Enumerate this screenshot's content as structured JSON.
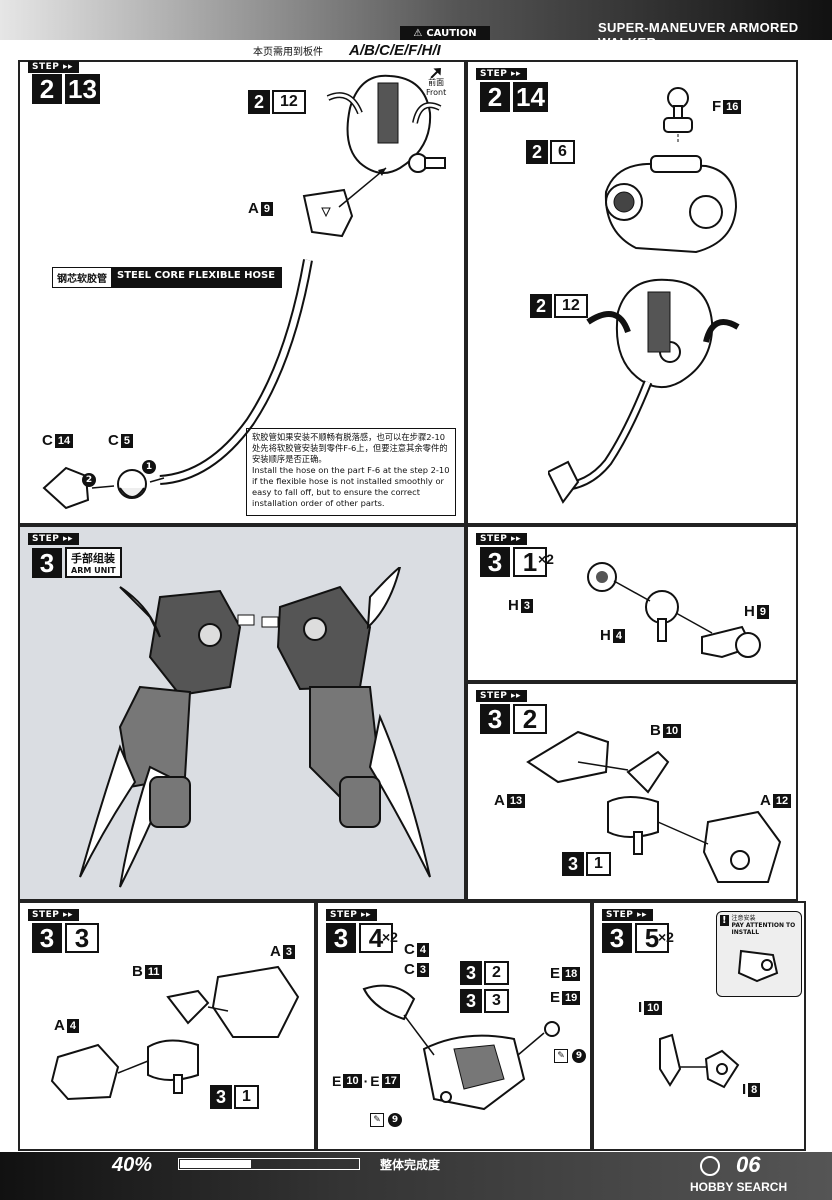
{
  "header": {
    "series_title": "SUPER-MANEUVER ARMORED WALKER",
    "caution_label": "CAUTION",
    "sprue_note": "本页需用到板件",
    "sprue_list": "A/B/C/E/F/H/I"
  },
  "step_label": "STEP",
  "steps": {
    "s2_13": {
      "a": "2",
      "b": "13",
      "front_note_cn": "前面",
      "front_note_en": "Front",
      "subassembly": {
        "a": "2",
        "b": "12"
      },
      "parts": [
        {
          "letter": "A",
          "num": "9"
        },
        {
          "letter": "C",
          "num": "14"
        },
        {
          "letter": "C",
          "num": "5"
        }
      ],
      "hose_cn": "钢芯软胶管",
      "hose_en": "STEEL CORE FLEXIBLE HOSE",
      "order_marks": [
        "1",
        "2"
      ],
      "note_cn": "软胶管如果安装不顺畅有脱落感，也可以在步骤2-10处先将软胶管安装到零件F-6上，但要注意其余零件的安装顺序是否正确。",
      "note_en": "Install the hose on the part F-6 at the step 2-10 if the flexible hose is not installed smoothly or easy to fall off, but to ensure the correct installation order of other parts."
    },
    "s2_14": {
      "a": "2",
      "b": "14",
      "parts": [
        {
          "letter": "F",
          "num": "16"
        }
      ],
      "sub_a": {
        "a": "2",
        "b": "6"
      },
      "sub_b": {
        "a": "2",
        "b": "12"
      }
    },
    "s3": {
      "a": "3",
      "title_cn": "手部组装",
      "title_en": "ARM UNIT"
    },
    "s3_1": {
      "a": "3",
      "b": "1",
      "mult": "×2",
      "parts": [
        {
          "letter": "H",
          "num": "3"
        },
        {
          "letter": "H",
          "num": "4"
        },
        {
          "letter": "H",
          "num": "9"
        }
      ]
    },
    "s3_2": {
      "a": "3",
      "b": "2",
      "parts": [
        {
          "letter": "B",
          "num": "10"
        },
        {
          "letter": "A",
          "num": "13"
        },
        {
          "letter": "A",
          "num": "12"
        }
      ],
      "sub": {
        "a": "3",
        "b": "1"
      }
    },
    "s3_3": {
      "a": "3",
      "b": "3",
      "parts": [
        {
          "letter": "A",
          "num": "3"
        },
        {
          "letter": "B",
          "num": "11"
        },
        {
          "letter": "A",
          "num": "4"
        }
      ],
      "sub": {
        "a": "3",
        "b": "1"
      }
    },
    "s3_4": {
      "a": "3",
      "b": "4",
      "mult": "×2",
      "parts": [
        {
          "letter": "C",
          "num": "4"
        },
        {
          "letter": "C",
          "num": "3"
        },
        {
          "letter": "E",
          "num": "18"
        },
        {
          "letter": "E",
          "num": "19"
        }
      ],
      "pair_part": {
        "a": "E",
        "an": "10",
        "sep": "·",
        "b": "E",
        "bn": "17"
      },
      "sub_a": {
        "a": "3",
        "b": "2"
      },
      "sub_b": {
        "a": "3",
        "b": "3"
      },
      "screw_count": "9"
    },
    "s3_5": {
      "a": "3",
      "b": "5",
      "mult": "×2",
      "parts": [
        {
          "letter": "I",
          "num": "10"
        },
        {
          "letter": "I",
          "num": "8"
        }
      ],
      "attention_cn": "注意安装",
      "attention_en": "PAY ATTENTION TO INSTALL"
    }
  },
  "footer": {
    "progress_text": "40%",
    "progress_fraction": 0.4,
    "progress_cn": "整体完成度",
    "page_number": "06",
    "watermark": "HOBBY SEARCH"
  },
  "colors": {
    "ink": "#111111",
    "shade": "#dadde2",
    "accent": "#ffffff"
  }
}
